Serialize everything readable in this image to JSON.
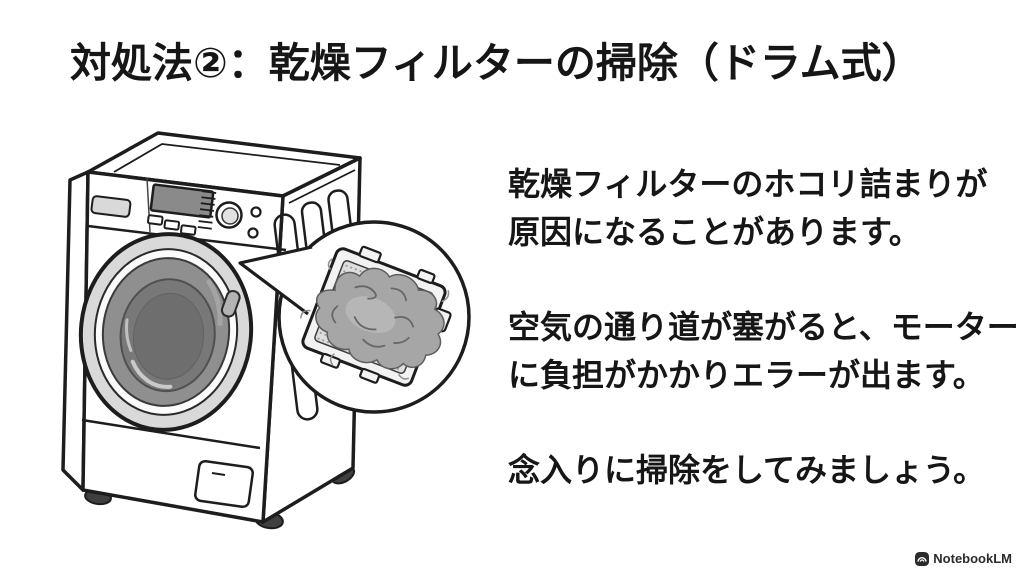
{
  "title": {
    "text": "対処法②：乾燥フィルターの掃除（ドラム式）",
    "color": "#161616"
  },
  "body": {
    "color": "#161616",
    "paragraphs": [
      {
        "lines": [
          "乾燥フィルターのホコリ詰まりが",
          "原因になることがあります。"
        ]
      },
      {
        "lines": [
          "空気の通り道が塞がると、モーター",
          "に負担がかかりエラーが出ます。"
        ]
      },
      {
        "lines": [
          "念入りに掃除をしてみましょう。"
        ]
      }
    ]
  },
  "illustration": {
    "icon": "drum-washing-machine-with-magnified-dirty-lint-filter",
    "colors": {
      "outline": "#1d1d1d",
      "door_ring": "#d9d9d9",
      "glass_ring": "#8f8f8f",
      "drum": "#787878",
      "lint": "#a6a6a6",
      "display": "#8a8a8a",
      "feet": "#3f3f3f",
      "background": "#ffffff"
    }
  },
  "watermark": {
    "text": "NotebookLM",
    "color": "#2b2b2b"
  }
}
